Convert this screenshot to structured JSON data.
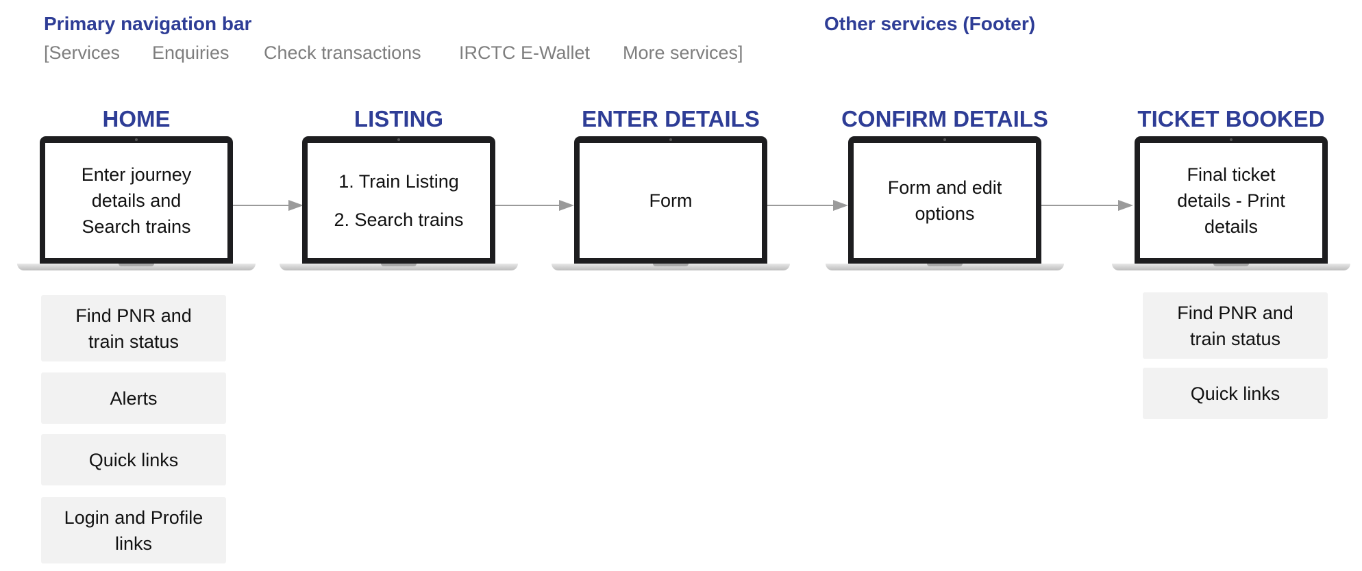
{
  "headers": {
    "primary_nav": "Primary navigation bar",
    "footer": "Other services (Footer)"
  },
  "nav_items": [
    "[Services",
    "Enquiries",
    "Check transactions",
    "IRCTC E-Wallet",
    "More services]"
  ],
  "stages": [
    {
      "title": "HOME",
      "screen": [
        "Enter journey",
        "details and",
        "Search trains"
      ]
    },
    {
      "title": "LISTING",
      "screen": [
        "1. Train Listing",
        "2. Search trains"
      ]
    },
    {
      "title": "ENTER DETAILS",
      "screen": [
        "Form"
      ]
    },
    {
      "title": "CONFIRM DETAILS",
      "screen": [
        "Form and edit",
        "options"
      ]
    },
    {
      "title": "TICKET BOOKED",
      "screen": [
        "Final ticket",
        "details - Print",
        "details"
      ]
    }
  ],
  "home_boxes": [
    {
      "label": "Find PNR and train status"
    },
    {
      "label": "Alerts"
    },
    {
      "label": "Quick links"
    },
    {
      "label": "Login and Profile links"
    }
  ],
  "ticket_boxes": [
    {
      "label": "Find PNR and train status"
    },
    {
      "label": "Quick links"
    }
  ],
  "colors": {
    "heading": "#2e3d96",
    "nav_text": "#7e7e7e",
    "box_bg": "#f2f2f2",
    "arrow": "#9a9a9a"
  }
}
